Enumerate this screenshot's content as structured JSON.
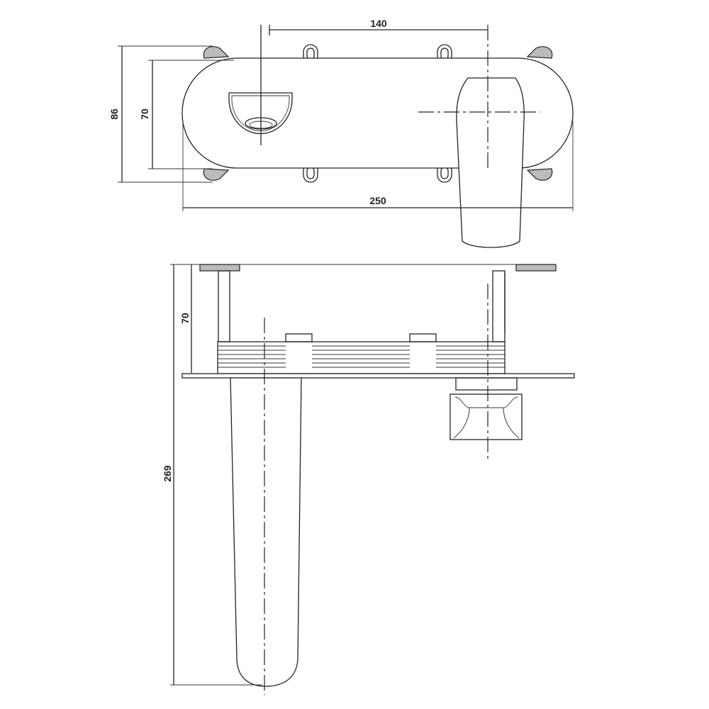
{
  "drawing": {
    "top_view": {
      "dimensions": {
        "center_distance": "140",
        "plate_height": "86",
        "plate_inner_height": "70",
        "plate_width": "250"
      }
    },
    "side_view": {
      "dimensions": {
        "depth": "70",
        "spout_length": "269"
      }
    },
    "line_color": "#222222"
  }
}
